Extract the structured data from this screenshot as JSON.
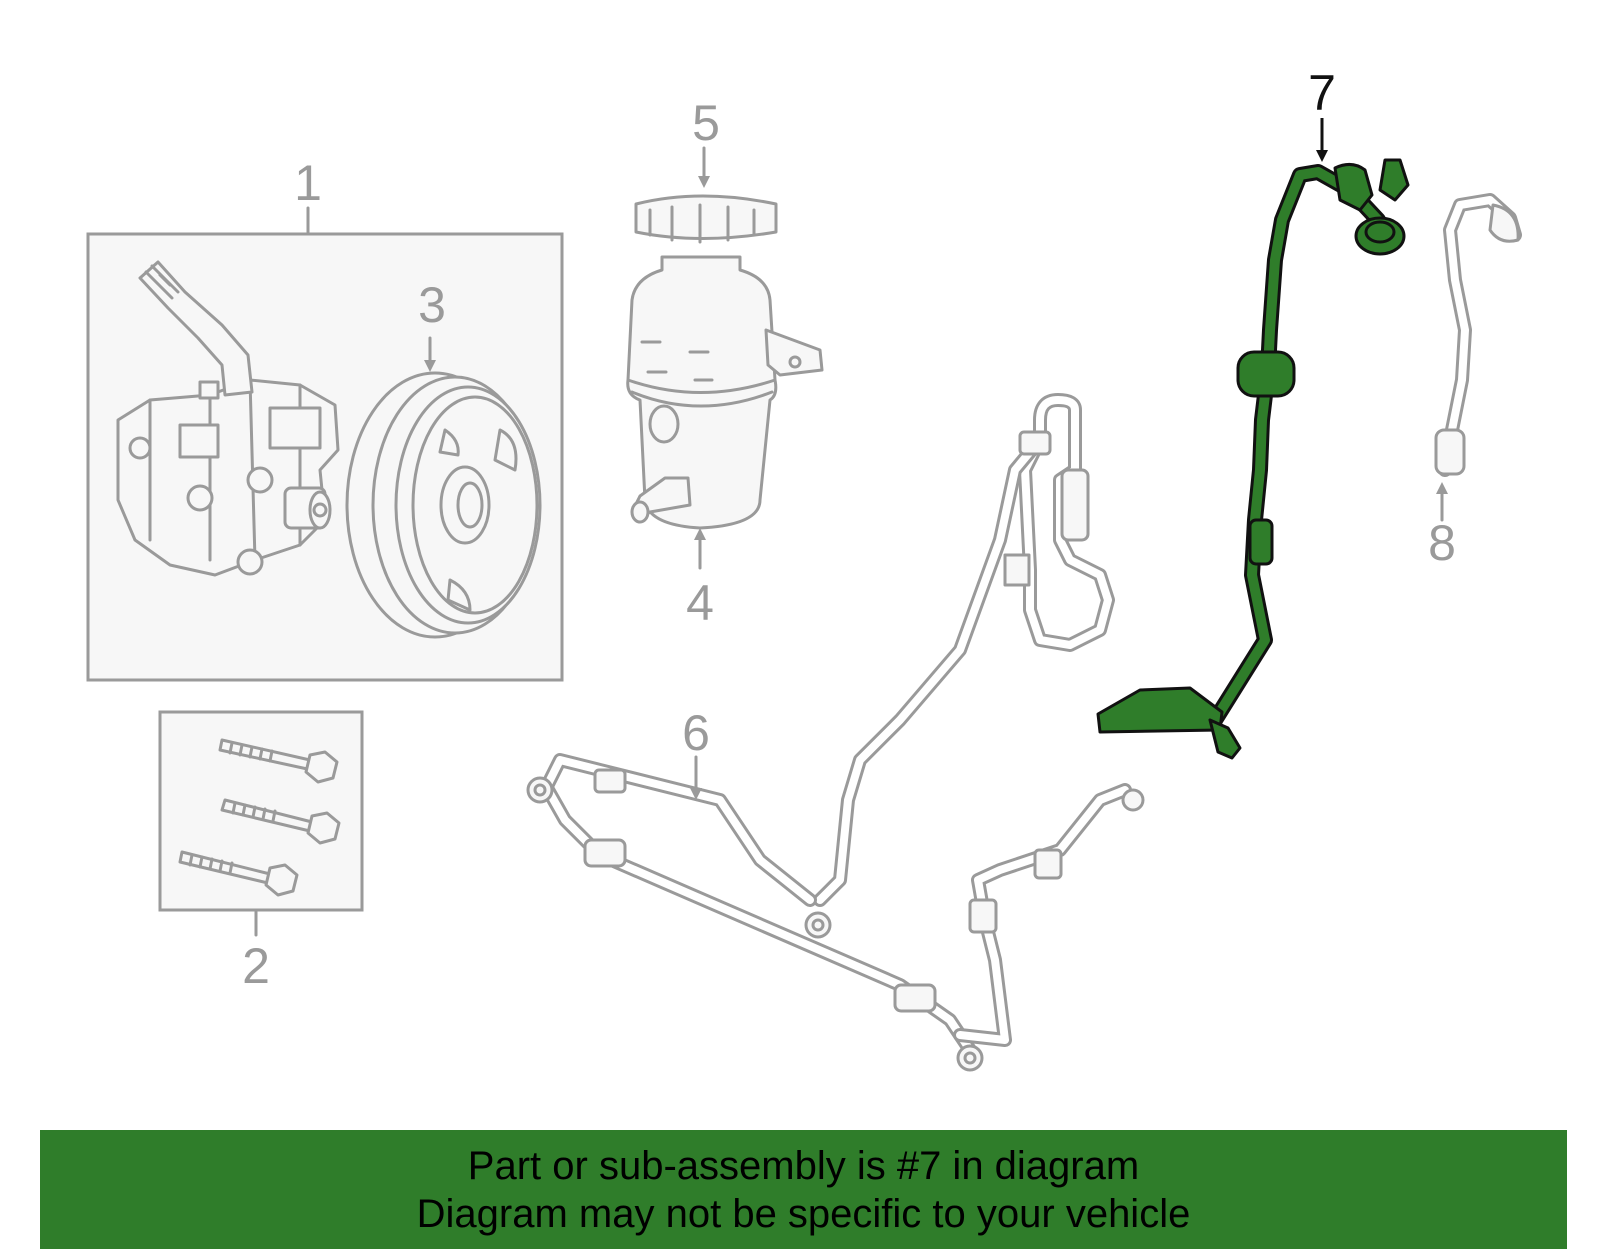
{
  "colors": {
    "highlight": "#2f7d2a",
    "highlight_callout": "#111111",
    "line_gray": "#9a9a9a",
    "banner_bg": "#2f7d2a",
    "banner_text": "#000000"
  },
  "callouts": {
    "c1": "1",
    "c2": "2",
    "c3": "3",
    "c4": "4",
    "c5": "5",
    "c6": "6",
    "c7": "7",
    "c8": "8"
  },
  "highlighted_part": "7",
  "banner": {
    "line1": "Part or sub-assembly is #7 in diagram",
    "line2": "Diagram may not be specific to your vehicle"
  }
}
